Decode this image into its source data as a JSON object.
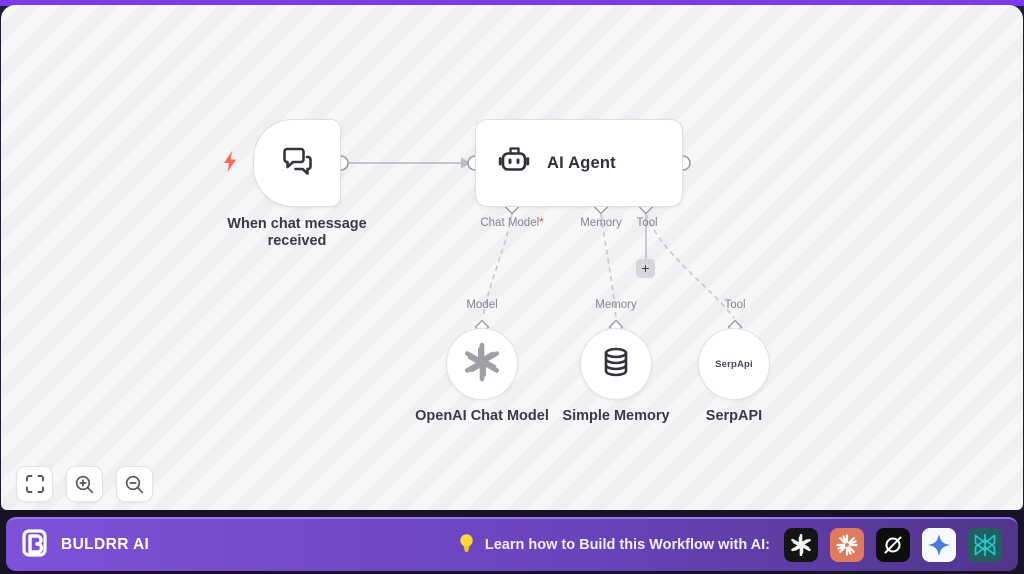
{
  "canvas": {
    "trigger": {
      "caption": "When chat message received"
    },
    "agent": {
      "title": "AI Agent",
      "ports": [
        {
          "label": "Chat Model",
          "required": "*"
        },
        {
          "label": "Memory",
          "required": ""
        },
        {
          "label": "Tool",
          "required": ""
        }
      ],
      "add_button_label": "+"
    },
    "subnodes": [
      {
        "port_label": "Model",
        "caption": "OpenAI Chat Model",
        "icon": "openai-logo"
      },
      {
        "port_label": "Memory",
        "caption": "Simple Memory",
        "icon": "database-icon"
      },
      {
        "port_label": "Tool",
        "caption": "SerpAPI",
        "icon_text": "SerpApi"
      }
    ],
    "controls": {
      "fit": "fit-view",
      "zoom_in": "zoom-in",
      "zoom_out": "zoom-out"
    }
  },
  "footer": {
    "brand": "BULDRR AI",
    "promo": "Learn how to Build this Workflow with AI:",
    "ai_tools": [
      "openai",
      "claude",
      "grok",
      "gemini",
      "perplexity"
    ]
  },
  "colors": {
    "accent": "#7c3aed",
    "trigger_bolt": "#ff6d5a",
    "required_marker": "#e84e32",
    "edge": "#c7c7ce",
    "footer_gradient_left": "#7e52d8",
    "footer_gradient_right": "#503589"
  }
}
